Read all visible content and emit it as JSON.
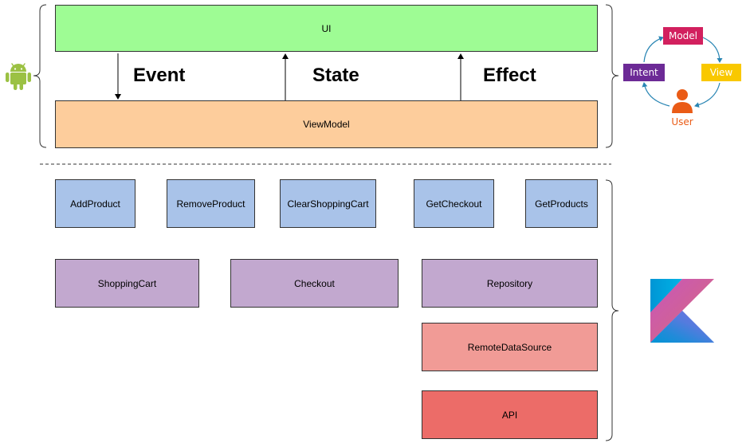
{
  "presentation": {
    "ui": "UI",
    "view_model": "ViewModel",
    "flows": {
      "event": "Event",
      "state": "State",
      "effect": "Effect"
    }
  },
  "use_cases": [
    "AddProduct",
    "RemoveProduct",
    "ClearShoppingCart",
    "GetCheckout",
    "GetProducts"
  ],
  "domain": [
    "ShoppingCart",
    "Checkout",
    "Repository"
  ],
  "data_layer": {
    "remote": "RemoteDataSource",
    "api": "API"
  },
  "mvi_cycle": {
    "model": "Model",
    "view": "View",
    "user": "User",
    "intent": "Intent"
  },
  "icons": [
    "android-logo-icon",
    "kotlin-logo-icon",
    "user-icon"
  ],
  "colors": {
    "ui": "#9efc94",
    "view_model": "#fdcd9c",
    "use_case": "#a9c3e9",
    "domain": "#c2a8cf",
    "remote": "#f19b96",
    "api": "#ec6c68",
    "model": "#d2205e",
    "view": "#f9c800",
    "user": "#ea5b16",
    "intent": "#6c2a96",
    "android": "#9bc143"
  }
}
